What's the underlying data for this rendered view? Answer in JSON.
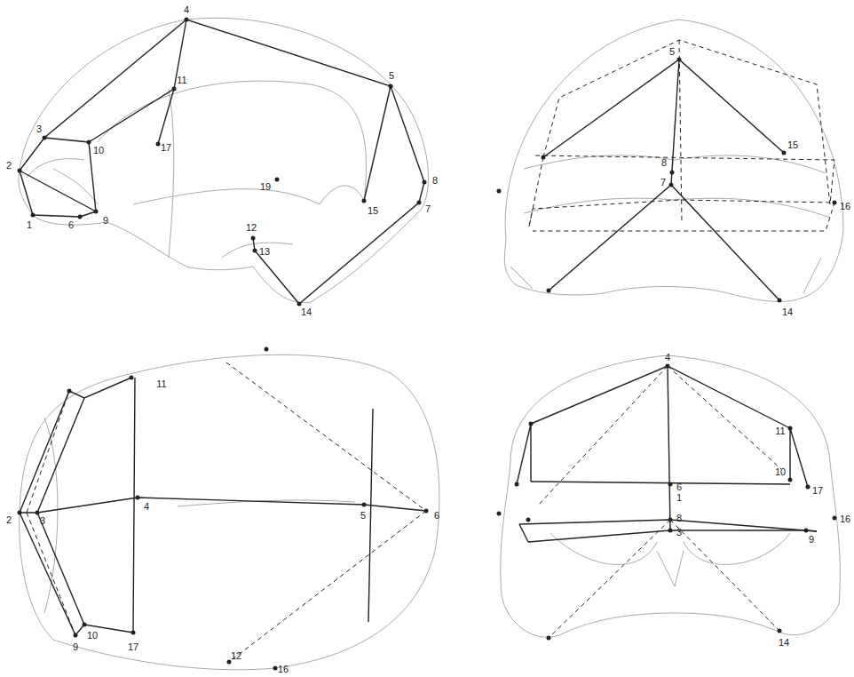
{
  "diagram": {
    "labels": [
      "4",
      "3",
      "11",
      "10",
      "17",
      "2",
      "19",
      "1",
      "6",
      "9",
      "5",
      "8",
      "15",
      "7",
      "12",
      "13",
      "14",
      "5",
      "15",
      "8",
      "7",
      "16",
      "14",
      "2",
      "3",
      "4",
      "5",
      "6",
      "10",
      "9",
      "17",
      "11",
      "12",
      "16",
      "4",
      "11",
      "6",
      "1",
      "8",
      "3",
      "10",
      "17",
      "16",
      "9",
      "14"
    ]
  }
}
